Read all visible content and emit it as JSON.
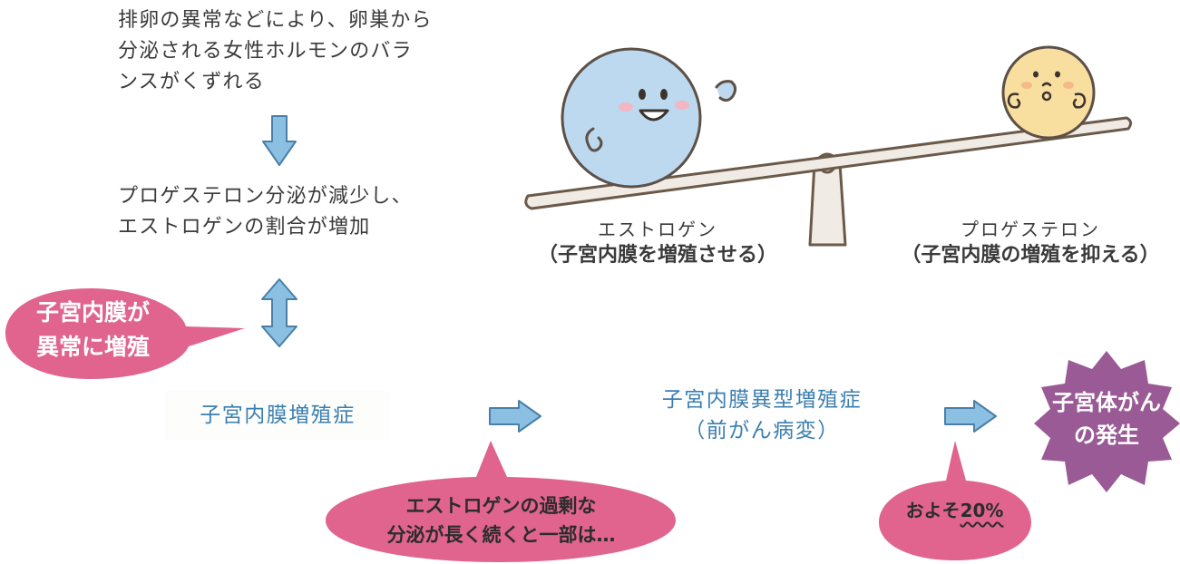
{
  "flow": {
    "step1": "排卵の異常などにより、卵巣から\n分泌される女性ホルモンのバラ\nンスがくずれる",
    "step2": "プロゲステロン分泌が減少し、\nエストロゲンの割合が増加",
    "hyperplasia": "子宮内膜増殖症",
    "atypical": "子宮内膜異型増殖症\n（前がん病変）",
    "cancer": "子宮体がん\nの発生"
  },
  "bubbles": {
    "abnormal": "子宮内膜が\n異常に増殖",
    "excess": "エストロゲンの過剰な\n分泌が長く続くと一部は…",
    "rate": "およそ",
    "rate_value": "20%"
  },
  "seesaw": {
    "left_name": "エストロゲン",
    "left_desc": "（子宮内膜を増殖させる）",
    "right_name": "プロゲステロン",
    "right_desc": "（子宮内膜の増殖を抑える）"
  },
  "colors": {
    "pink": "#e0648e",
    "purple": "#9a5a95",
    "arrow_blue": "#7db5dd",
    "label_blue": "#3b7fb0",
    "estrogen": "#bcd9ef",
    "progesterone": "#f8dfa0"
  }
}
